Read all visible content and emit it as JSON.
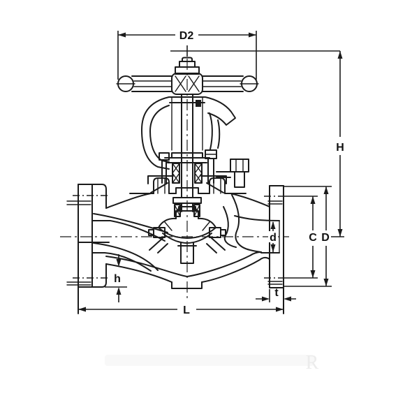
{
  "diagram": {
    "subject": "globe valve cross-section engineering drawing",
    "background": "#ffffff",
    "line_color": "#1b1b1b",
    "dimensions": {
      "handwheel_diameter": "D2",
      "overall_height": "H",
      "bolt_circle_diameter": "C",
      "flange_outer_diameter": "D",
      "bore_diameter": "d",
      "boss_height": "h",
      "flange_thickness": "t",
      "face_to_face_length": "L"
    },
    "watermark": {
      "text": "R",
      "color": "#ececec"
    }
  }
}
